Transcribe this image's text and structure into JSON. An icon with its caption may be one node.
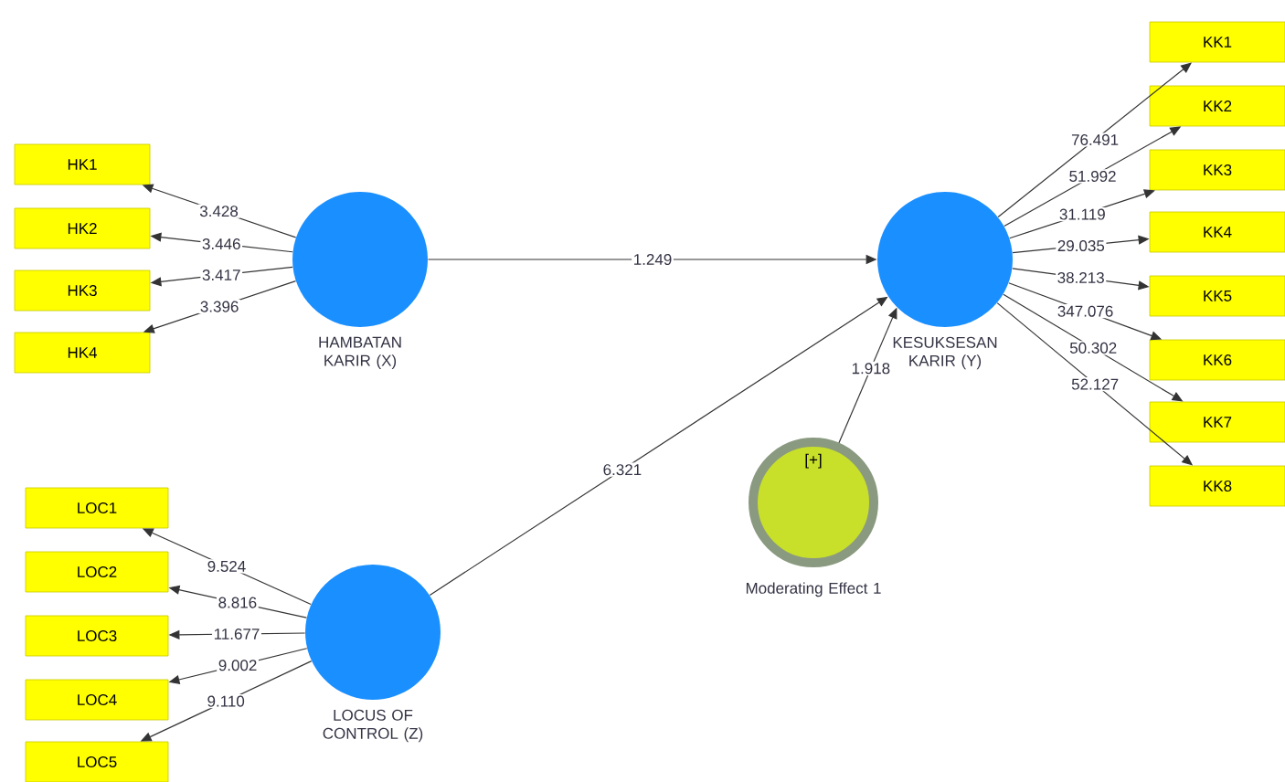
{
  "diagram": {
    "nodes": [
      {
        "text": [
          "HK1"
        ]
      },
      {
        "text": [
          "HK2"
        ]
      },
      {
        "text": [
          "HK3"
        ]
      },
      {
        "text": [
          "HK4"
        ]
      },
      {
        "text": [
          "HAMBATAN KARIR (X)"
        ]
      },
      {
        "text": [
          "KESUKSESAN KARIR (Y)"
        ]
      },
      {
        "text": [
          "KK1"
        ]
      },
      {
        "text": [
          "KK2"
        ]
      },
      {
        "text": [
          "KK3"
        ]
      },
      {
        "text": [
          "KK4"
        ]
      },
      {
        "text": [
          "KK5"
        ]
      },
      {
        "text": [
          "KK6"
        ]
      },
      {
        "text": [
          "KK7"
        ]
      },
      {
        "text": [
          "KK8"
        ]
      },
      {
        "text": [
          "[+]",
          "Moderating Effect 1"
        ]
      },
      {
        "text": [
          "LOC1"
        ]
      },
      {
        "text": [
          "LOC2"
        ]
      },
      {
        "text": [
          "LOC3"
        ]
      },
      {
        "text": [
          "LOC4"
        ]
      },
      {
        "text": [
          "LOC5"
        ]
      },
      {
        "text": [
          "LOCUS OF CONTROL (Z)"
        ]
      }
    ],
    "edges": [
      {
        "from": 4,
        "to": 0,
        "arrow": "to",
        "label": "3.428"
      },
      {
        "from": 4,
        "to": 1,
        "arrow": "to",
        "label": "3.446"
      },
      {
        "from": 4,
        "to": 2,
        "arrow": "to",
        "label": "3.417"
      },
      {
        "from": 4,
        "to": 3,
        "arrow": "to",
        "label": "3.396"
      },
      {
        "from": 4,
        "to": 5,
        "arrow": "to",
        "label": "1.249"
      },
      {
        "from": 5,
        "to": 6,
        "arrow": "to",
        "label": "76.491"
      },
      {
        "from": 5,
        "to": 7,
        "arrow": "to",
        "label": "51.992"
      },
      {
        "from": 5,
        "to": 8,
        "arrow": "to",
        "label": "31.119"
      },
      {
        "from": 5,
        "to": 9,
        "arrow": "to",
        "label": "29.035"
      },
      {
        "from": 5,
        "to": 10,
        "arrow": "to",
        "label": "38.213"
      },
      {
        "from": 5,
        "to": 11,
        "arrow": "to",
        "label": "347.076"
      },
      {
        "from": 5,
        "to": 12,
        "arrow": "to",
        "label": "50.302"
      },
      {
        "from": 5,
        "to": 13,
        "arrow": "to",
        "label": "52.127"
      },
      {
        "from": 14,
        "to": 5,
        "arrow": "to",
        "label": "1.918"
      },
      {
        "from": 20,
        "to": 5,
        "arrow": "to",
        "label": "6.321"
      },
      {
        "from": 20,
        "to": 15,
        "arrow": "to",
        "label": "9.524"
      },
      {
        "from": 20,
        "to": 16,
        "arrow": "to",
        "label": "8.816"
      },
      {
        "from": 20,
        "to": 17,
        "arrow": "to",
        "label": "11.677"
      },
      {
        "from": 20,
        "to": 18,
        "arrow": "to",
        "label": "9.002"
      },
      {
        "from": 20,
        "to": 19,
        "arrow": "to",
        "label": "9.110"
      }
    ]
  }
}
